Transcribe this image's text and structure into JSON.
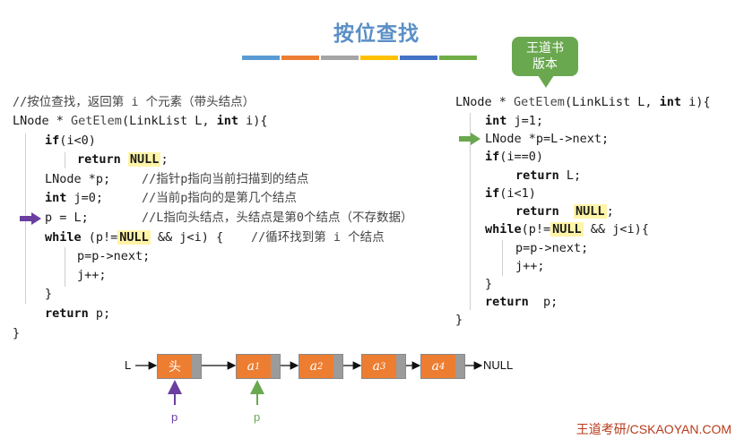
{
  "title": "按位查找",
  "colors": {
    "bars": [
      "#5b9bd5",
      "#ed7d31",
      "#a5a5a5",
      "#ffc000",
      "#4472c4",
      "#70ad47"
    ],
    "purple": "#6a3fa0",
    "green": "#6aa84f",
    "node": "#ed7d31"
  },
  "bubble": {
    "line1": "王道书",
    "line2": "版本"
  },
  "left": {
    "comment": "//按位查找，返回第 i 个元素（带头结点）",
    "sig_type": "LNode",
    "sig_star": " * ",
    "sig_fn": "GetElem",
    "sig_args_a": "(LinkList L, ",
    "sig_int": "int",
    "sig_args_b": " i){",
    "if_kw": "if",
    "if_cond": "(i<0)",
    "return_kw": "return",
    "null": "NULL",
    "semi": ";",
    "lnode_decl": "LNode *p;",
    "lnode_cmt": "//指针p指向当前扫描到的结点",
    "int_kw": "int",
    "int_rest": " j=0;",
    "int_cmt": "//当前p指向的是第几个结点",
    "p_assign": "p = L;",
    "p_cmt": "//L指向头结点，头结点是第0个结点（不存数据）",
    "while_kw": "while",
    "while_a": " (p!=",
    "while_b": " && j<i) {",
    "while_cmt": "//循环找到第 i 个结点",
    "step1": "p=p->next;",
    "step2": "j++;",
    "close_inner": "}",
    "ret_p": " p;",
    "close_outer": "}"
  },
  "right": {
    "sig_type": "LNode",
    "sig_star": " * ",
    "sig_fn": "GetElem",
    "sig_args_a": "(LinkList L, ",
    "sig_int": "int",
    "sig_args_b": " i){",
    "int_kw": "int",
    "int_rest": " j=1;",
    "lnode": "LNode *p=L->next;",
    "if_kw": "if",
    "if1_cond": "(i==0)",
    "ret_L": " L;",
    "if2_cond": "(i<1)",
    "return_kw": "return",
    "null": "NULL",
    "semi": ";",
    "while_kw": "while",
    "while_a": "(p!=",
    "while_b": " && j<i){",
    "step1": "p=p->next;",
    "step2": "j++;",
    "close_inner": "}",
    "ret_p": "  p;",
    "close_outer": "}"
  },
  "list": {
    "head_label": "L",
    "nodes": [
      "头",
      "a1",
      "a2",
      "a3",
      "a4"
    ],
    "null_label": "NULL",
    "p_label": "p"
  },
  "footer": "王道考研/CSKAOYAN.COM"
}
